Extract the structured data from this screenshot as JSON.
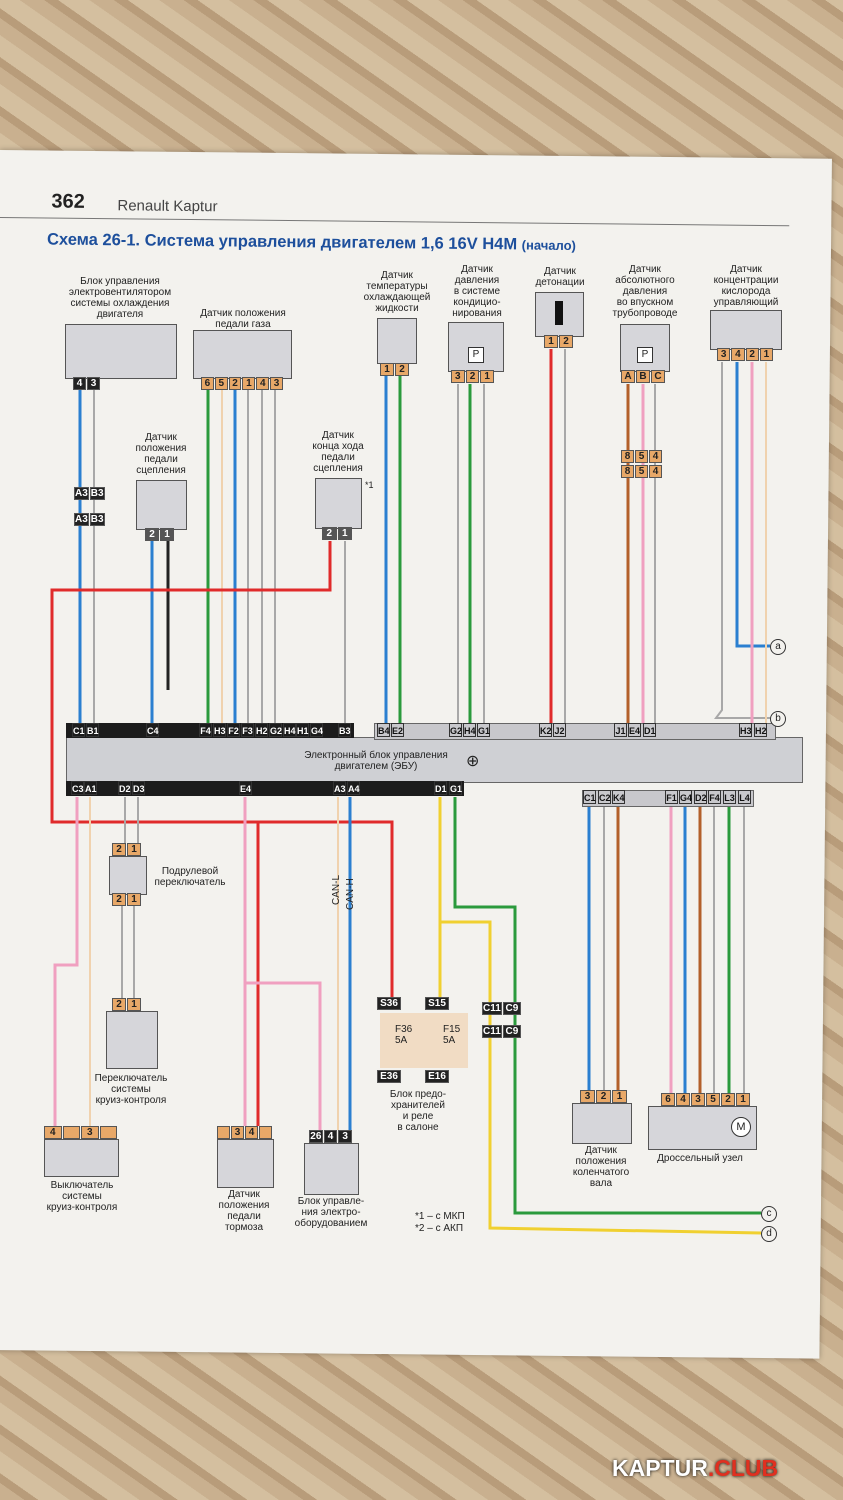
{
  "header": {
    "page_number": "362",
    "book_title": "Renault Kaptur"
  },
  "title": "Схема 26-1. Система управления двигателем 1,6 16V H4M",
  "title_suffix": "(начало)",
  "wire_colors": {
    "blue": "#2a7fd0",
    "red": "#e02b2b",
    "green": "#2a9a3c",
    "pink": "#f0a0c0",
    "gray": "#a8a8a8",
    "beige": "#f0d2ae",
    "brown": "#b3602a",
    "yellow": "#f0d030",
    "black": "#222222"
  },
  "components": {
    "fan_control": {
      "label": "Блок управления\nэлектровентилятором\nсистемы охлаждения\nдвигателя",
      "pins": [
        "4",
        "3"
      ]
    },
    "accel_pedal": {
      "label": "Датчик положения\nпедали газа",
      "pins": [
        "6",
        "5",
        "2",
        "1",
        "4",
        "3"
      ]
    },
    "coolant_temp": {
      "label": "Датчик\nтемпературы\nохлаждающей\nжидкости",
      "pins": [
        "1",
        "2"
      ]
    },
    "ac_pressure": {
      "label": "Датчик\nдавления\nв системе\nкондицио-\nнирования",
      "pins": [
        "3",
        "2",
        "1"
      ],
      "symbol": "P"
    },
    "knock": {
      "label": "Датчик\nдетонации",
      "pins": [
        "1",
        "2"
      ]
    },
    "map_sensor": {
      "label": "Датчик\nабсолютного\nдавления\nво впускном\nтрубопроводе",
      "pins": [
        "A",
        "B",
        "C"
      ],
      "symbol": "P"
    },
    "oxygen": {
      "label": "Датчик\nконцентрации\nкислорода\nуправляющий",
      "pins": [
        "3",
        "4",
        "2",
        "1"
      ]
    },
    "clutch_position": {
      "label": "Датчик\nположения\nпедали\nсцепления",
      "pins": [
        "2",
        "1"
      ]
    },
    "clutch_end": {
      "label": "Датчик\nконца хода\nпедали\nсцепления",
      "pins": [
        "2",
        "1"
      ],
      "note": "*1"
    },
    "steering_switch": {
      "label": "Подрулевой\nпереключатель",
      "pins_top": [
        "2",
        "1"
      ],
      "pins_bottom": [
        "2",
        "1"
      ]
    },
    "cruise_switch": {
      "label": "Переключатель\nсистемы\nкруиз-контроля",
      "pins": [
        "2",
        "1"
      ]
    },
    "cruise_off": {
      "label": "Выключатель\nсистемы\nкруиз-контроля",
      "pins": [
        "4",
        "",
        "3",
        ""
      ]
    },
    "brake_pedal": {
      "label": "Датчик\nположения\nпедали\nтормоза",
      "pins": [
        "",
        "3",
        "4",
        ""
      ]
    },
    "bcm": {
      "label": "Блок управле-\nния электро-\nоборудованием",
      "pins": [
        "26",
        "4",
        "3"
      ]
    },
    "fuse_block": {
      "label": "Блок предо-\nхранителей\nи реле\nв салоне",
      "fuses": [
        {
          "in": "S36",
          "name": "F36",
          "rating": "5A",
          "out": "E36"
        },
        {
          "in": "S15",
          "name": "F15",
          "rating": "5A",
          "out": "E16"
        }
      ]
    },
    "crank": {
      "label": "Датчик\nположения\nколенчатого\nвала",
      "pins": [
        "3",
        "2",
        "1"
      ]
    },
    "throttle": {
      "label": "Дроссельный узел",
      "pins": [
        "6",
        "4",
        "3",
        "5",
        "2",
        "1"
      ],
      "symbol": "M"
    }
  },
  "connectors": {
    "a3b3": [
      "A3",
      "B3"
    ],
    "c11c9": [
      "C11",
      "C9"
    ],
    "map_inline": [
      "8",
      "5",
      "4"
    ]
  },
  "ecu": {
    "label": "Электронный блок управления\nдвигателем (ЭБУ)",
    "top_left_pins": [
      "C1",
      "B1",
      "C4",
      "F4",
      "H3",
      "F2",
      "F3",
      "H2",
      "G2",
      "H4",
      "H1",
      "G4",
      "B3"
    ],
    "top_right_pins": [
      "B4",
      "E2",
      "G2",
      "H4",
      "G1",
      "K2",
      "J2",
      "J1",
      "E4",
      "D1",
      "H3",
      "H2"
    ],
    "bottom_left_pins": [
      "C3",
      "A1",
      "D2",
      "D3",
      "E4",
      "A3",
      "A4",
      "D1",
      "G1"
    ],
    "bottom_right_pins": [
      "C1",
      "C2",
      "K4",
      "F1",
      "G4",
      "D2",
      "F4",
      "L3",
      "L4"
    ]
  },
  "can": {
    "low": "CAN-L",
    "high": "CAN-H"
  },
  "links": [
    "a",
    "b",
    "c",
    "d"
  ],
  "footnotes": [
    "*1 – с МКП",
    "*2 – с АКП"
  ],
  "watermark": {
    "text": "KAPTUR",
    "dot_club": ".CLUB",
    "accent": "#e03020"
  }
}
